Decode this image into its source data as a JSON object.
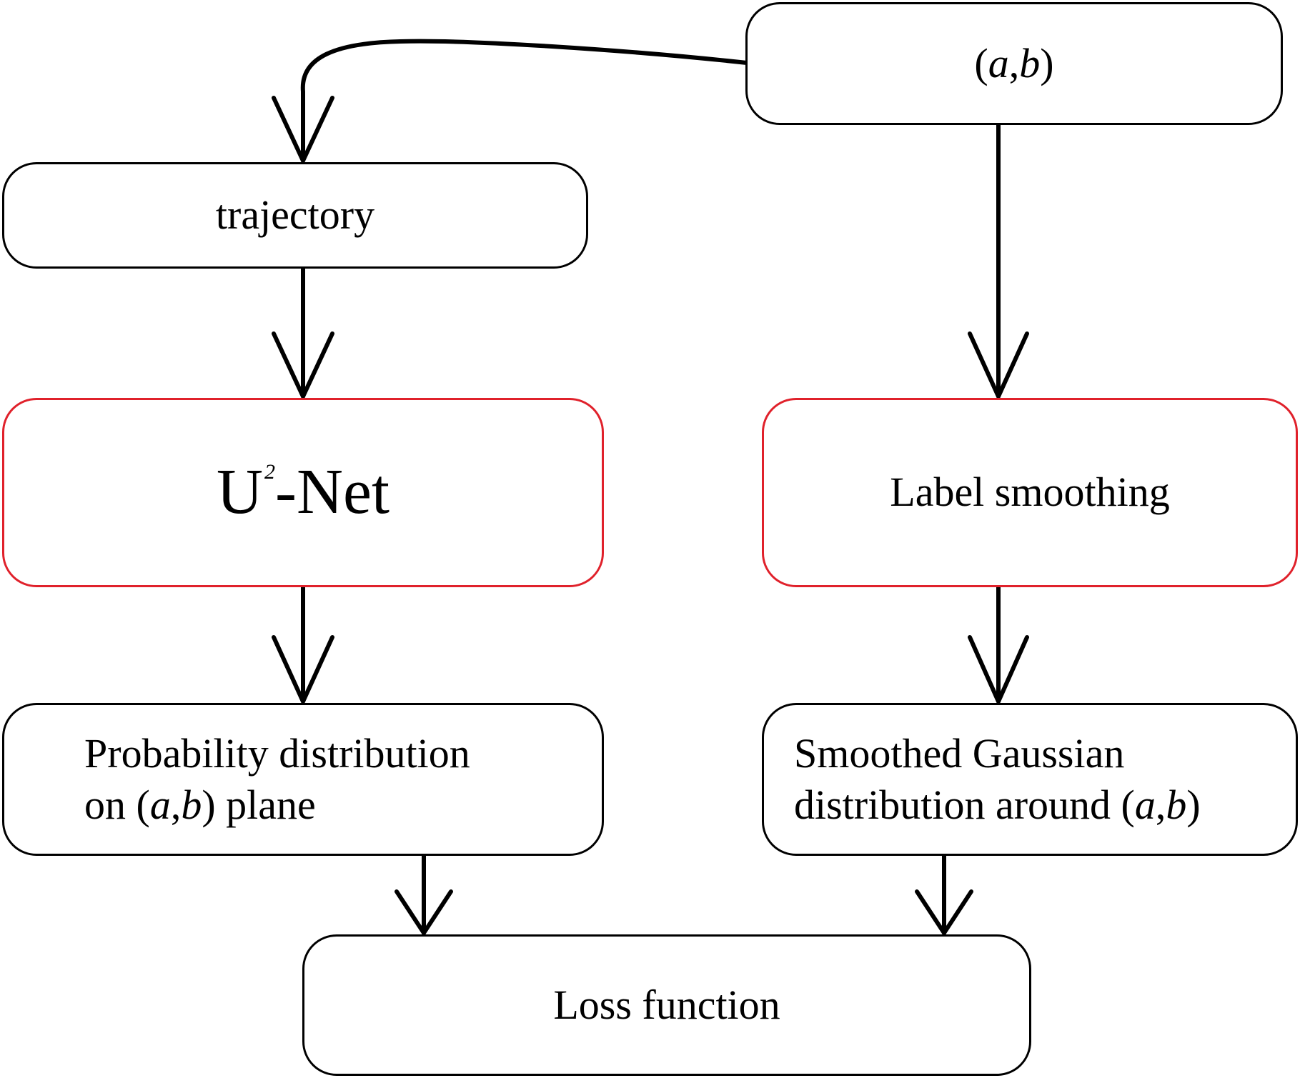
{
  "diagram": {
    "nodes": {
      "ab": {
        "open": "(",
        "a": "a",
        "comma": ",",
        "b": "b",
        "close": ")"
      },
      "trajectory": {
        "label": "trajectory"
      },
      "unet": {
        "prefix": "U",
        "sup": "2",
        "suffix": "-Net"
      },
      "label_smoothing": {
        "label": "Label smoothing"
      },
      "prob_dist": {
        "line1": "Probability distribution",
        "line2_pre": "on (",
        "a": "a",
        "comma": ",",
        "b": "b",
        "line2_post": ") plane"
      },
      "gauss_dist": {
        "line1": "Smoothed Gaussian",
        "line2_pre": "distribution around (",
        "a": "a",
        "comma": ",",
        "b": "b",
        "line2_post": ")"
      },
      "loss": {
        "label": "Loss function"
      }
    },
    "colors": {
      "stroke": "#000000",
      "highlight_stroke": "#e0212b",
      "background": "#ffffff"
    },
    "edges": [
      {
        "from": "ab",
        "to": "trajectory"
      },
      {
        "from": "ab",
        "to": "label_smoothing"
      },
      {
        "from": "trajectory",
        "to": "unet"
      },
      {
        "from": "unet",
        "to": "prob_dist"
      },
      {
        "from": "label_smoothing",
        "to": "gauss_dist"
      },
      {
        "from": "prob_dist",
        "to": "loss"
      },
      {
        "from": "gauss_dist",
        "to": "loss"
      }
    ]
  }
}
